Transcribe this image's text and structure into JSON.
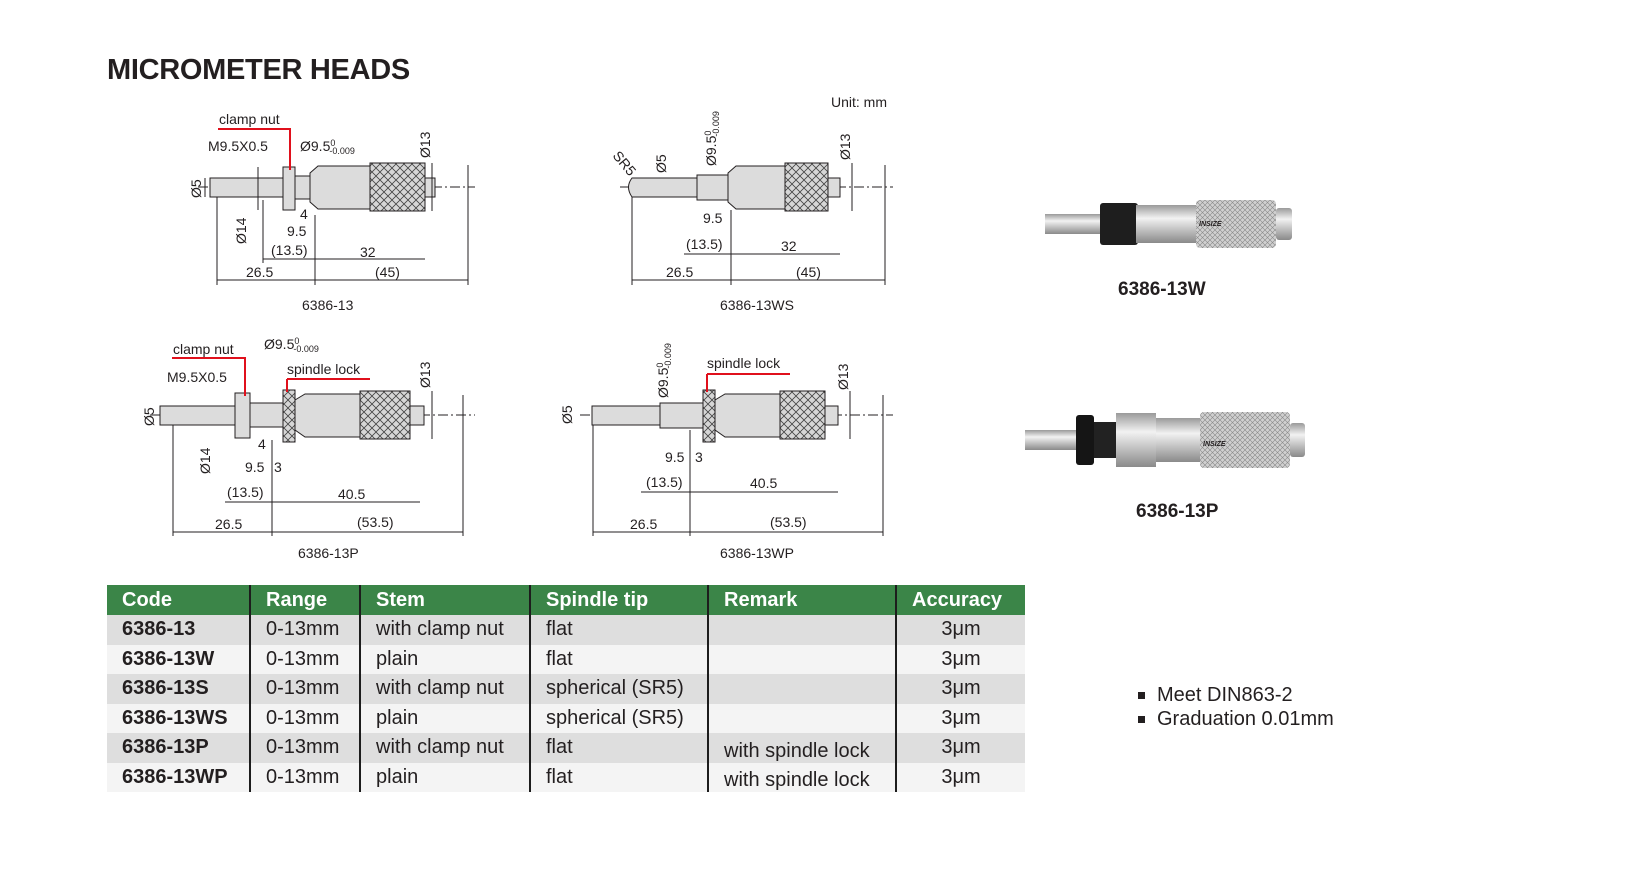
{
  "title": "MICROMETER HEADS",
  "unit": "Unit: mm",
  "drawings": [
    {
      "code": "6386-13",
      "clamp_nut": "clamp nut",
      "thread": "M9.5X0.5",
      "stem_dia": "Ø9.5",
      "tol_upper": "0",
      "tol_lower": "-0.009",
      "d13": "Ø13",
      "d5": "Ø5",
      "d14": "Ø14",
      "d4": "4",
      "d9_5": "9.5",
      "d13_5": "(13.5)",
      "d32": "32",
      "d26_5": "26.5",
      "d45": "(45)"
    },
    {
      "code": "6386-13WS",
      "sr5": "SR5",
      "stem_dia": "Ø9.5",
      "tol_upper": "0",
      "tol_lower": "-0.009",
      "d13": "Ø13",
      "d5": "Ø5",
      "d9_5": "9.5",
      "d13_5": "(13.5)",
      "d32": "32",
      "d26_5": "26.5",
      "d45": "(45)"
    },
    {
      "code": "6386-13P",
      "clamp_nut": "clamp nut",
      "thread": "M9.5X0.5",
      "stem_dia": "Ø9.5",
      "tol_upper": "0",
      "tol_lower": "-0.009",
      "spindle_lock": "spindle lock",
      "d13": "Ø13",
      "d5": "Ø5",
      "d14": "Ø14",
      "d4": "4",
      "d9_5": "9.5",
      "d3": "3",
      "d13_5": "(13.5)",
      "d40_5": "40.5",
      "d26_5": "26.5",
      "d53_5": "(53.5)"
    },
    {
      "code": "6386-13WP",
      "stem_dia": "Ø9.5",
      "tol_upper": "0",
      "tol_lower": "-0.009",
      "spindle_lock": "spindle lock",
      "d13": "Ø13",
      "d5": "Ø5",
      "d9_5": "9.5",
      "d3": "3",
      "d13_5": "(13.5)",
      "d40_5": "40.5",
      "d26_5": "26.5",
      "d53_5": "(53.5)"
    }
  ],
  "photos": [
    {
      "code": "6386-13W",
      "brand": "INSIZE"
    },
    {
      "code": "6386-13P",
      "brand": "INSIZE"
    }
  ],
  "table": {
    "headers": [
      "Code",
      "Range",
      "Stem",
      "Spindle tip",
      "Remark",
      "Accuracy"
    ],
    "rows": [
      [
        "6386-13",
        "0-13mm",
        "with clamp nut",
        "flat",
        "",
        "3μm"
      ],
      [
        "6386-13W",
        "0-13mm",
        "plain",
        "flat",
        "",
        "3μm"
      ],
      [
        "6386-13S",
        "0-13mm",
        "with clamp nut",
        "spherical (SR5)",
        "",
        "3μm"
      ],
      [
        "6386-13WS",
        "0-13mm",
        "plain",
        "spherical (SR5)",
        "",
        "3μm"
      ],
      [
        "6386-13P",
        "0-13mm",
        "with clamp nut",
        "flat",
        "with spindle lock",
        "3μm"
      ],
      [
        "6386-13WP",
        "0-13mm",
        "plain",
        "flat",
        "with spindle lock",
        "3μm"
      ]
    ]
  },
  "features": [
    "Meet DIN863-2",
    "Graduation 0.01mm"
  ],
  "colors": {
    "header_green": "#3b8548",
    "leader_red": "#e0101c"
  }
}
